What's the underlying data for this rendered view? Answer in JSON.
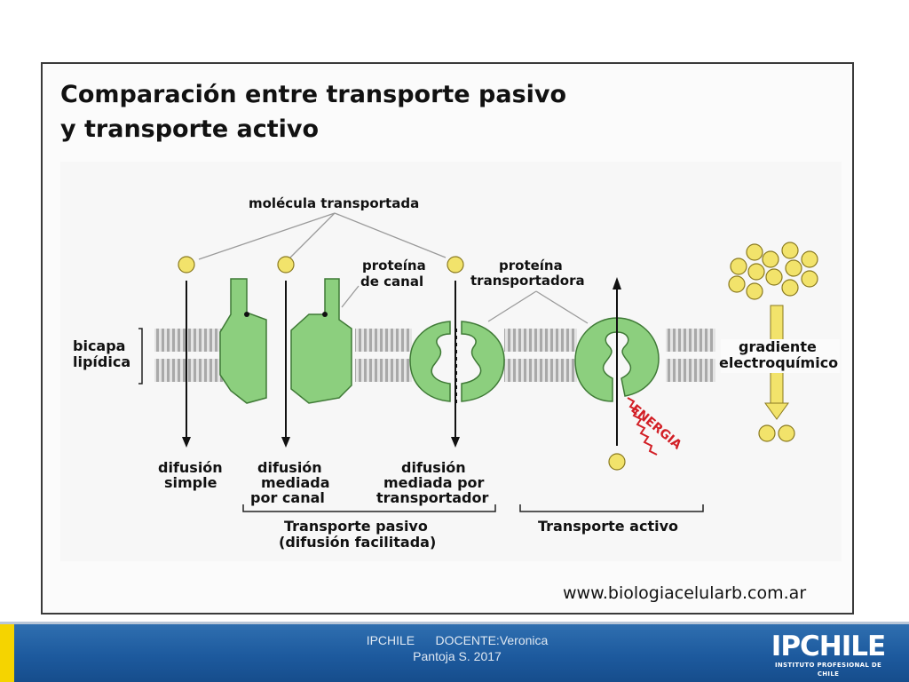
{
  "figure": {
    "title_line1": "Comparación entre transporte pasivo",
    "title_line2": "y transporte activo",
    "label_molecule": "molécula transportada",
    "label_channel_protein_1": "proteína",
    "label_channel_protein_2": "de canal",
    "label_carrier_protein_1": "proteína",
    "label_carrier_protein_2": "transportadora",
    "label_bilayer_1": "bicapa",
    "label_bilayer_2": "lipídica",
    "label_gradient_1": "gradiente",
    "label_gradient_2": "electroquímico",
    "label_energy": "ENERGIA",
    "label_simple_1": "difusión",
    "label_simple_2": "simple",
    "label_channel_1": "difusión",
    "label_channel_2": "mediada",
    "label_channel_3": "por canal",
    "label_carrier_1": "difusión",
    "label_carrier_2": "mediada por",
    "label_carrier_3": "transportador",
    "label_passive_1": "Transporte pasivo",
    "label_passive_2": "(difusión facilitada)",
    "label_active": "Transporte activo",
    "source_url": "www.biologiacelularb.com.ar"
  },
  "footer": {
    "text_line1": "IPCHILE      DOCENTE:Veronica",
    "text_line2": "Pantoja S. 2017",
    "logo_main": "IPCHILE",
    "logo_sub": "INSTITUTO PROFESIONAL DE CHILE"
  },
  "colors": {
    "protein_green": "#8ccf7e",
    "protein_stroke": "#3f7a36",
    "molecule_yellow": "#f2e36b",
    "energy_red": "#d21f26",
    "footer_blue": "#1d5a9e",
    "footer_accent": "#f5d400"
  }
}
